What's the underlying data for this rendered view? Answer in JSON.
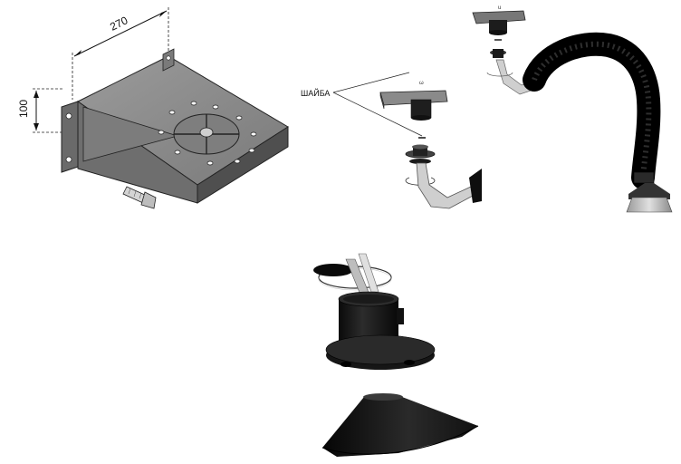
{
  "dimensions": {
    "width_label": "270",
    "height_label": "100"
  },
  "callouts": {
    "washer_label": "ШАЙБА",
    "part_tag_upper": "u",
    "part_tag_middle": "ω"
  },
  "colors": {
    "bracket_top": "#8a8a8a",
    "bracket_side": "#5a5a5a",
    "hose": "#1a1a1a",
    "hood_dark": "#222222",
    "hood_light": "#c8c8c8"
  }
}
